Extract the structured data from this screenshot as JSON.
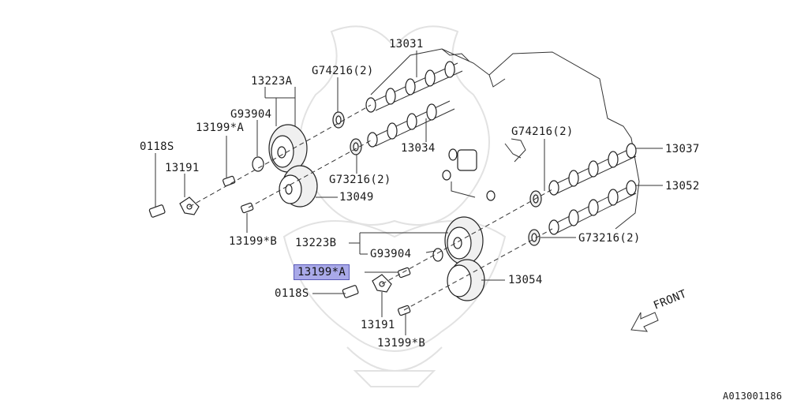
{
  "labels": {
    "p13031": "13031",
    "p13223A": "13223A",
    "pG74216_top": "G74216(2)",
    "pG93904_top": "G93904",
    "p13199A_top": "13199*A",
    "p0118S_top": "0118S",
    "p13191_top": "13191",
    "pG73216_top": "G73216(2)",
    "p13034": "13034",
    "p13049": "13049",
    "p13199B_top": "13199*B",
    "pG74216_right": "G74216(2)",
    "p13037": "13037",
    "p13052": "13052",
    "pG73216_right": "G73216(2)",
    "p13223B": "13223B",
    "pG93904_bot": "G93904",
    "p13199A_bot": "13199*A",
    "p0118S_bot": "0118S",
    "p13191_bot": "13191",
    "p13199B_bot": "13199*B",
    "p13054": "13054"
  },
  "front_label": "FRONT",
  "diagram_id": "A013001186",
  "colors": {
    "highlight": "#a9a9e8",
    "line": "#333333"
  }
}
